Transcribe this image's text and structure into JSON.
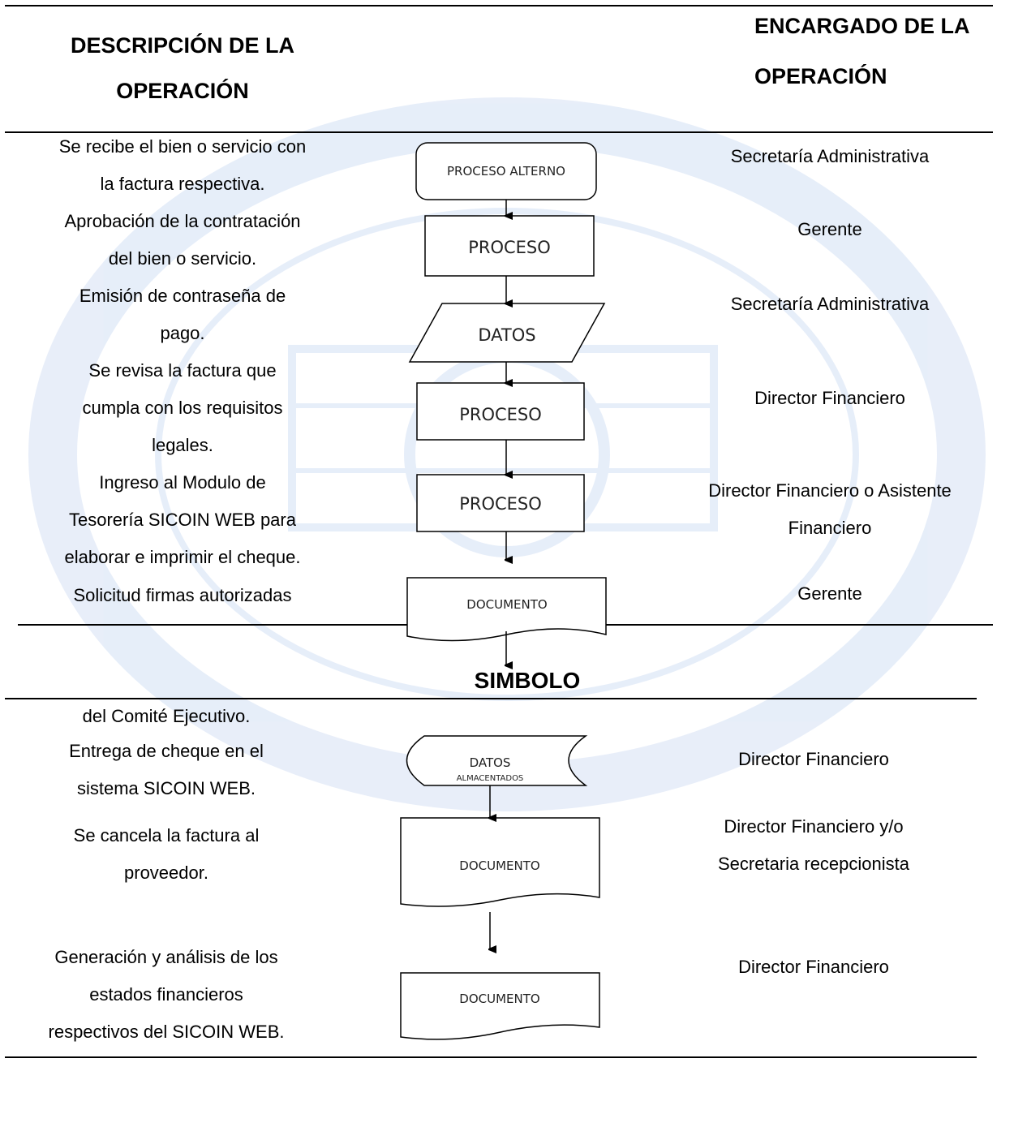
{
  "headers": {
    "description_line1": "DESCRIPCIÓN DE LA",
    "description_line2": "OPERACIÓN",
    "responsible_line1": "ENCARGADO DE LA",
    "responsible_line2": "OPERACIÓN",
    "symbol": "SIMBOLO"
  },
  "rows": [
    {
      "description": [
        "Se recibe el bien o servicio con",
        "la factura respectiva."
      ],
      "responsible": [
        "Secretaría Administrativa"
      ],
      "shape": {
        "type": "terminator",
        "label": "PROCESO ALTERNO"
      }
    },
    {
      "description": [
        "Aprobación de la contratación",
        "del bien o servicio."
      ],
      "responsible": [
        "Gerente"
      ],
      "shape": {
        "type": "process",
        "label": "PROCESO"
      }
    },
    {
      "description": [
        "Emisión de contraseña de",
        "pago."
      ],
      "responsible": [
        "Secretaría Administrativa"
      ],
      "shape": {
        "type": "data",
        "label": "DATOS"
      }
    },
    {
      "description": [
        "Se revisa la factura que",
        "cumpla con los requisitos",
        "legales."
      ],
      "responsible": [
        "Director Financiero"
      ],
      "shape": {
        "type": "process",
        "label": "PROCESO"
      }
    },
    {
      "description": [
        "Ingreso al Modulo de",
        "Tesorería SICOIN WEB para",
        "elaborar e imprimir el cheque."
      ],
      "responsible": [
        "Director Financiero o Asistente",
        "Financiero"
      ],
      "shape": {
        "type": "process",
        "label": "PROCESO"
      }
    },
    {
      "description": [
        "Solicitud firmas autorizadas",
        "del Comité Ejecutivo."
      ],
      "responsible": [
        "Gerente"
      ],
      "shape": {
        "type": "document",
        "label": "DOCUMENTO"
      }
    },
    {
      "description": [
        "Entrega de cheque en el",
        "sistema SICOIN WEB."
      ],
      "responsible": [
        "Director Financiero"
      ],
      "shape": {
        "type": "stored-data",
        "label": "DATOS",
        "label2": "ALMACENTADOS"
      }
    },
    {
      "description": [
        "Se cancela la factura al",
        "proveedor."
      ],
      "responsible": [
        "Director Financiero y/o",
        "Secretaria recepcionista"
      ],
      "shape": {
        "type": "document",
        "label": "DOCUMENTO"
      }
    },
    {
      "description": [
        "Generación y análisis de los",
        "estados financieros",
        "respectivos del SICOIN WEB."
      ],
      "responsible": [
        "Director Financiero"
      ],
      "shape": {
        "type": "document",
        "label": "DOCUMENTO"
      }
    }
  ],
  "colors": {
    "line": "#000000",
    "watermark": "#4a7fd4"
  }
}
